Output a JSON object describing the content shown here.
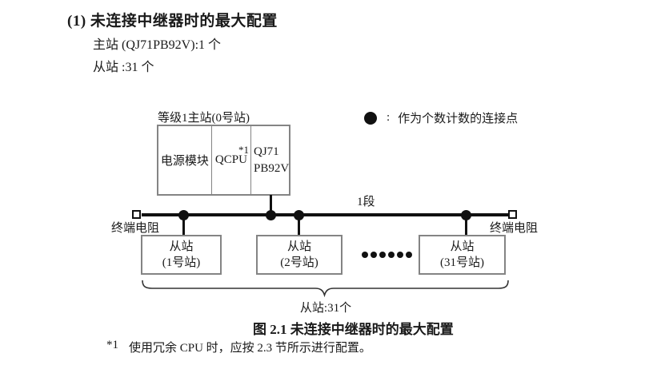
{
  "page": {
    "heading": "(1) 未连接中继器时的最大配置",
    "master_count_line": "主站 (QJ71PB92V):1 个",
    "slave_count_line": "从站 :31 个"
  },
  "diagram": {
    "master_label": "等级1主站(0号站)",
    "master_cells": {
      "power": "电源模块",
      "cpu": "QCPU",
      "cpu_note": "*1",
      "network_line1": "QJ71",
      "network_line2": "PB92V"
    },
    "legend": {
      "separator": ":",
      "text": "作为个数计数的连接点"
    },
    "segment_label": "1段",
    "terminator_left": "终端电阻",
    "terminator_right": "终端电阻",
    "slaves": [
      {
        "line1": "从站",
        "line2": "(1号站)"
      },
      {
        "line1": "从站",
        "line2": "(2号站)"
      },
      {
        "line1": "从站",
        "line2": "(31号站)"
      }
    ],
    "brace_label": "从站:31个"
  },
  "caption": "图 2.1 未连接中继器时的最大配置",
  "footnote": {
    "marker": "*1",
    "text": "使用冗余 CPU 时，应按 2.3 节所示进行配置。"
  },
  "colors": {
    "ink": "#1a1a1a",
    "line_black": "#111111",
    "box_border_gray": "#848484",
    "background": "#ffffff"
  }
}
